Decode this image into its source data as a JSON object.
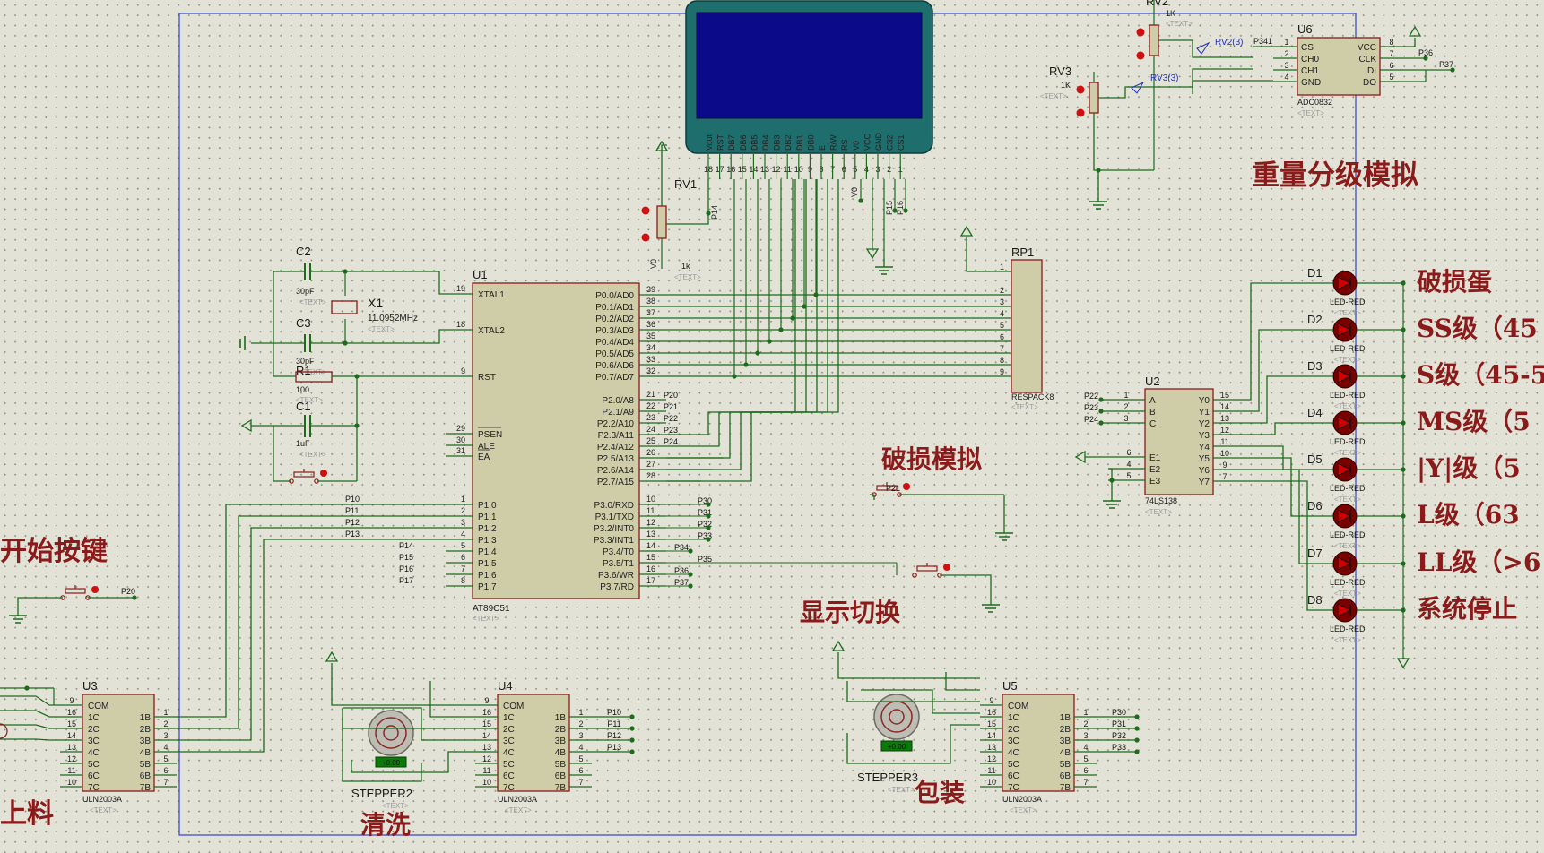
{
  "title_labels": {
    "weight_sim": "重量分级模拟",
    "damage_sim": "破损模拟",
    "display_switch": "显示切换",
    "start_key": "开始按键",
    "wash": "清洗",
    "pack": "包装",
    "feed": "上料"
  },
  "led_labels": [
    "破损蛋",
    "SS级（45",
    "S级（45-5",
    "MS级（5",
    "|Y|级（5",
    "L级（63",
    "LL级（>6",
    "系统停止"
  ],
  "leds": [
    {
      "ref": "D1",
      "type": "LED-RED"
    },
    {
      "ref": "D2",
      "type": "LED-RED"
    },
    {
      "ref": "D3",
      "type": "LED-RED"
    },
    {
      "ref": "D4",
      "type": "LED-RED"
    },
    {
      "ref": "D5",
      "type": "LED-RED"
    },
    {
      "ref": "D6",
      "type": "LED-RED"
    },
    {
      "ref": "D7",
      "type": "LED-RED"
    },
    {
      "ref": "D8",
      "type": "LED-RED"
    }
  ],
  "text_placeholder": "<TEXT>",
  "mcu": {
    "ref": "U1",
    "part": "AT89C51",
    "left_pins": [
      {
        "num": "19",
        "name": "XTAL1"
      },
      {
        "num": "18",
        "name": "XTAL2"
      },
      {
        "num": "9",
        "name": "RST"
      },
      {
        "num": "29",
        "name": "PSEN"
      },
      {
        "num": "30",
        "name": "ALE"
      },
      {
        "num": "31",
        "name": "EA"
      },
      {
        "num": "1",
        "name": "P1.0"
      },
      {
        "num": "2",
        "name": "P1.1"
      },
      {
        "num": "3",
        "name": "P1.2"
      },
      {
        "num": "4",
        "name": "P1.3"
      },
      {
        "num": "5",
        "name": "P1.4"
      },
      {
        "num": "6",
        "name": "P1.5"
      },
      {
        "num": "7",
        "name": "P1.6"
      },
      {
        "num": "8",
        "name": "P1.7"
      }
    ],
    "right_pins": [
      {
        "num": "39",
        "name": "P0.0/AD0"
      },
      {
        "num": "38",
        "name": "P0.1/AD1"
      },
      {
        "num": "37",
        "name": "P0.2/AD2"
      },
      {
        "num": "36",
        "name": "P0.3/AD3"
      },
      {
        "num": "35",
        "name": "P0.4/AD4"
      },
      {
        "num": "34",
        "name": "P0.5/AD5"
      },
      {
        "num": "33",
        "name": "P0.6/AD6"
      },
      {
        "num": "32",
        "name": "P0.7/AD7"
      },
      {
        "num": "21",
        "name": "P2.0/A8"
      },
      {
        "num": "22",
        "name": "P2.1/A9"
      },
      {
        "num": "23",
        "name": "P2.2/A10"
      },
      {
        "num": "24",
        "name": "P2.3/A11"
      },
      {
        "num": "25",
        "name": "P2.4/A12"
      },
      {
        "num": "26",
        "name": "P2.5/A13"
      },
      {
        "num": "27",
        "name": "P2.6/A14"
      },
      {
        "num": "28",
        "name": "P2.7/A15"
      },
      {
        "num": "10",
        "name": "P3.0/RXD"
      },
      {
        "num": "11",
        "name": "P3.1/TXD"
      },
      {
        "num": "12",
        "name": "P3.2/INT0"
      },
      {
        "num": "13",
        "name": "P3.3/INT1"
      },
      {
        "num": "14",
        "name": "P3.4/T0"
      },
      {
        "num": "15",
        "name": "P3.5/T1"
      },
      {
        "num": "16",
        "name": "P3.6/WR"
      },
      {
        "num": "17",
        "name": "P3.7/RD"
      }
    ],
    "left_nets": [
      "P10",
      "P11",
      "P12",
      "P13",
      "P14",
      "P15",
      "P16",
      "P17"
    ],
    "p2_nets": [
      "P20",
      "P21",
      "P22",
      "P23",
      "P24"
    ],
    "p3_nets": [
      "P30",
      "P31",
      "P32",
      "P33",
      "P34",
      "P35",
      "P36",
      "P37"
    ]
  },
  "lcd": {
    "pin_names": [
      "Vout",
      "RST",
      "DB7",
      "DB6",
      "DB5",
      "DB4",
      "DB3",
      "DB2",
      "DB1",
      "DB0",
      "E",
      "R/W",
      "RS",
      "V0",
      "VCC",
      "GND",
      "CS2",
      "CS1"
    ],
    "pin_nums": [
      "18",
      "17",
      "16",
      "15",
      "14",
      "13",
      "12",
      "11",
      "10",
      "9",
      "8",
      "7",
      "6",
      "5",
      "4",
      "3",
      "2",
      "1"
    ],
    "screen_color": "#0b0b8a"
  },
  "rv1": {
    "ref": "RV1",
    "value": "1k",
    "net_p14": "P14",
    "net_v0": "V0"
  },
  "lcd_nets": {
    "v0": "V0",
    "p15": "P15",
    "p16": "P16"
  },
  "rv2": {
    "ref": "RV2",
    "value": "1K",
    "probe": "RV2(3)"
  },
  "rv3": {
    "ref": "RV3",
    "value": "1K",
    "probe": "RV3(3)"
  },
  "adc": {
    "ref": "U6",
    "part": "ADC0832",
    "left_pins": [
      {
        "num": "1",
        "name": "CS"
      },
      {
        "num": "2",
        "name": "CH0"
      },
      {
        "num": "3",
        "name": "CH1"
      },
      {
        "num": "4",
        "name": "GND"
      }
    ],
    "right_pins": [
      {
        "num": "8",
        "name": "VCC"
      },
      {
        "num": "7",
        "name": "CLK"
      },
      {
        "num": "6",
        "name": "DI"
      },
      {
        "num": "5",
        "name": "DO"
      }
    ],
    "nets": {
      "cs": "P341",
      "clk": "P36",
      "do": "P37"
    }
  },
  "rp1": {
    "ref": "RP1",
    "part": "RESPACK8",
    "pins": [
      "1",
      "2",
      "3",
      "4",
      "5",
      "6",
      "7",
      "8",
      "9"
    ]
  },
  "crystal": {
    "ref": "X1",
    "value": "11.0952MHz"
  },
  "caps": {
    "c2": "C2",
    "c2_val": "30pF",
    "c3": "C3",
    "c3_val": "30pF",
    "c1": "C1",
    "c1_val": "1uF"
  },
  "reset_res": {
    "ref": "R1",
    "value": "100"
  },
  "decoder": {
    "ref": "U2",
    "part": "74LS138",
    "inputs": [
      {
        "num": "1",
        "name": "A",
        "net": "P22"
      },
      {
        "num": "2",
        "name": "B",
        "net": "P23"
      },
      {
        "num": "3",
        "name": "C",
        "net": "P24"
      }
    ],
    "enables": [
      {
        "num": "6",
        "name": "E1"
      },
      {
        "num": "4",
        "name": "E2"
      },
      {
        "num": "5",
        "name": "E3"
      }
    ],
    "outputs": [
      {
        "num": "15",
        "name": "Y0"
      },
      {
        "num": "14",
        "name": "Y1"
      },
      {
        "num": "13",
        "name": "Y2"
      },
      {
        "num": "12",
        "name": "Y3"
      },
      {
        "num": "11",
        "name": "Y4"
      },
      {
        "num": "10",
        "name": "Y5"
      },
      {
        "num": "9",
        "name": "Y6"
      },
      {
        "num": "7",
        "name": "Y7"
      }
    ]
  },
  "drivers": [
    {
      "ref": "U3",
      "part": "ULN2003A",
      "nets": [
        "",
        "",
        "",
        ""
      ]
    },
    {
      "ref": "U4",
      "part": "ULN2003A",
      "nets": [
        "P10",
        "P11",
        "P12",
        "P13"
      ]
    },
    {
      "ref": "U5",
      "part": "ULN2003A",
      "nets": [
        "P30",
        "P31",
        "P32",
        "P33"
      ]
    }
  ],
  "uln_pins": {
    "left": [
      {
        "num": "9",
        "name": "COM"
      },
      {
        "num": "16",
        "name": "1C"
      },
      {
        "num": "15",
        "name": "2C"
      },
      {
        "num": "14",
        "name": "3C"
      },
      {
        "num": "13",
        "name": "4C"
      },
      {
        "num": "12",
        "name": "5C"
      },
      {
        "num": "11",
        "name": "6C"
      },
      {
        "num": "10",
        "name": "7C"
      }
    ],
    "right": [
      {
        "num": "1",
        "name": "1B"
      },
      {
        "num": "2",
        "name": "2B"
      },
      {
        "num": "3",
        "name": "3B"
      },
      {
        "num": "4",
        "name": "4B"
      },
      {
        "num": "5",
        "name": "5B"
      },
      {
        "num": "6",
        "name": "6B"
      },
      {
        "num": "7",
        "name": "7B"
      }
    ]
  },
  "steppers": [
    {
      "ref": "STEPPER2",
      "readout": "+0.00"
    },
    {
      "ref": "STEPPER3",
      "readout": "+0.00"
    }
  ],
  "button_nets": {
    "start": "P20",
    "damage": "P21"
  }
}
